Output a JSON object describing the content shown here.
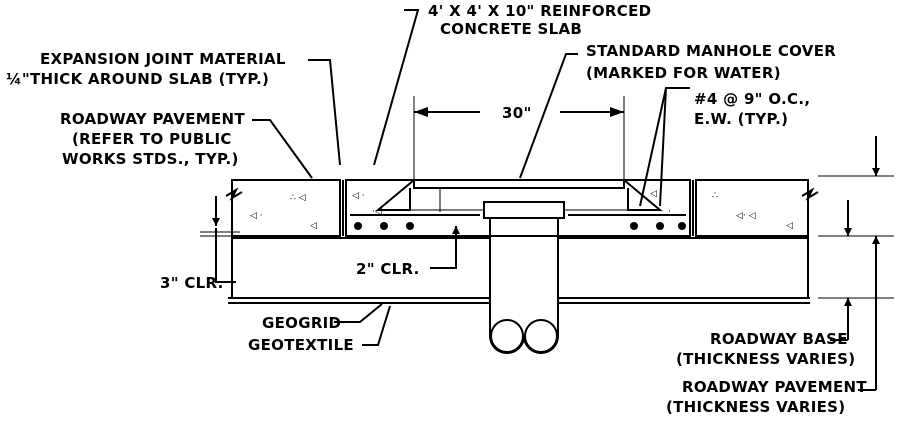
{
  "labels": {
    "slab_line1": "4' X 4' X 10\"  REINFORCED",
    "slab_line2": "CONCRETE SLAB",
    "expansion_line1": "EXPANSION JOINT MATERIAL",
    "expansion_frac": "¼\"",
    "expansion_line2": "THICK AROUND SLAB (TYP.)",
    "manhole_line1": "STANDARD MANHOLE COVER",
    "manhole_line2": "(MARKED FOR WATER)",
    "pavement_line1": "ROADWAY PAVEMENT",
    "pavement_line2": "(REFER TO PUBLIC",
    "pavement_line3": "WORKS STDS., TYP.)",
    "rebar_line1": "#4 @ 9\" O.C.,",
    "rebar_line2": "E.W. (TYP.)",
    "dim_30": "30\"",
    "clr_2": "2\" CLR.",
    "clr_3": "3\" CLR.",
    "geogrid": "GEOGRID",
    "geotextile": "GEOTEXTILE",
    "base_line1": "ROADWAY BASE",
    "base_line2": "(THICKNESS VARIES)",
    "pave_thick_line1": "ROADWAY PAVEMENT",
    "pave_thick_line2": "(THICKNESS VARIES)"
  }
}
